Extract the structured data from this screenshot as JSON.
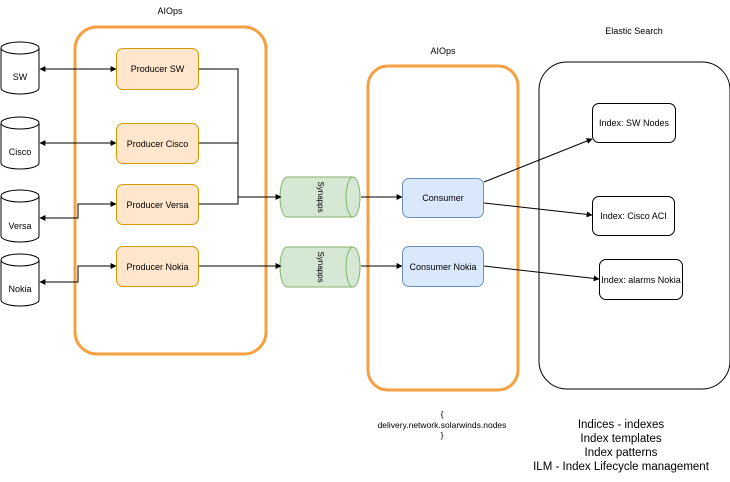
{
  "groups": {
    "producers_title": "AIOps",
    "consumers_title": "AIOps",
    "elastic_title": "Elastic Search"
  },
  "sources": [
    {
      "label": "SW"
    },
    {
      "label": "Cisco"
    },
    {
      "label": "Versa"
    },
    {
      "label": "Nokia"
    }
  ],
  "producers": [
    {
      "label": "Producer SW"
    },
    {
      "label": "Producer Cisco"
    },
    {
      "label": "Producer Versa"
    },
    {
      "label": "Producer Nokia"
    }
  ],
  "queues": [
    {
      "label": "Synapps"
    },
    {
      "label": "Synapps"
    }
  ],
  "consumers": [
    {
      "label": "Consumer"
    },
    {
      "label": "Consumer Nokia"
    }
  ],
  "indexes": [
    {
      "label": "Index: SW Nodes"
    },
    {
      "label": "Index: Cisco ACI"
    },
    {
      "label": "Index: alarms Nokia"
    }
  ],
  "topic_note": {
    "open": "{",
    "topic": "delivery.network.solarwinds.nodes",
    "close": "}"
  },
  "concepts": [
    "Indices - indexes",
    "Index templates",
    "Index patterns",
    "ILM - Index Lifecycle management"
  ],
  "colors": {
    "group_border": "#f5a142",
    "producer_fill": "#ffe6cc",
    "producer_border": "#d79b00",
    "consumer_fill": "#dae8fc",
    "consumer_border": "#6c8ebf",
    "queue_fill": "#d5e8d4",
    "queue_border": "#82b366"
  }
}
